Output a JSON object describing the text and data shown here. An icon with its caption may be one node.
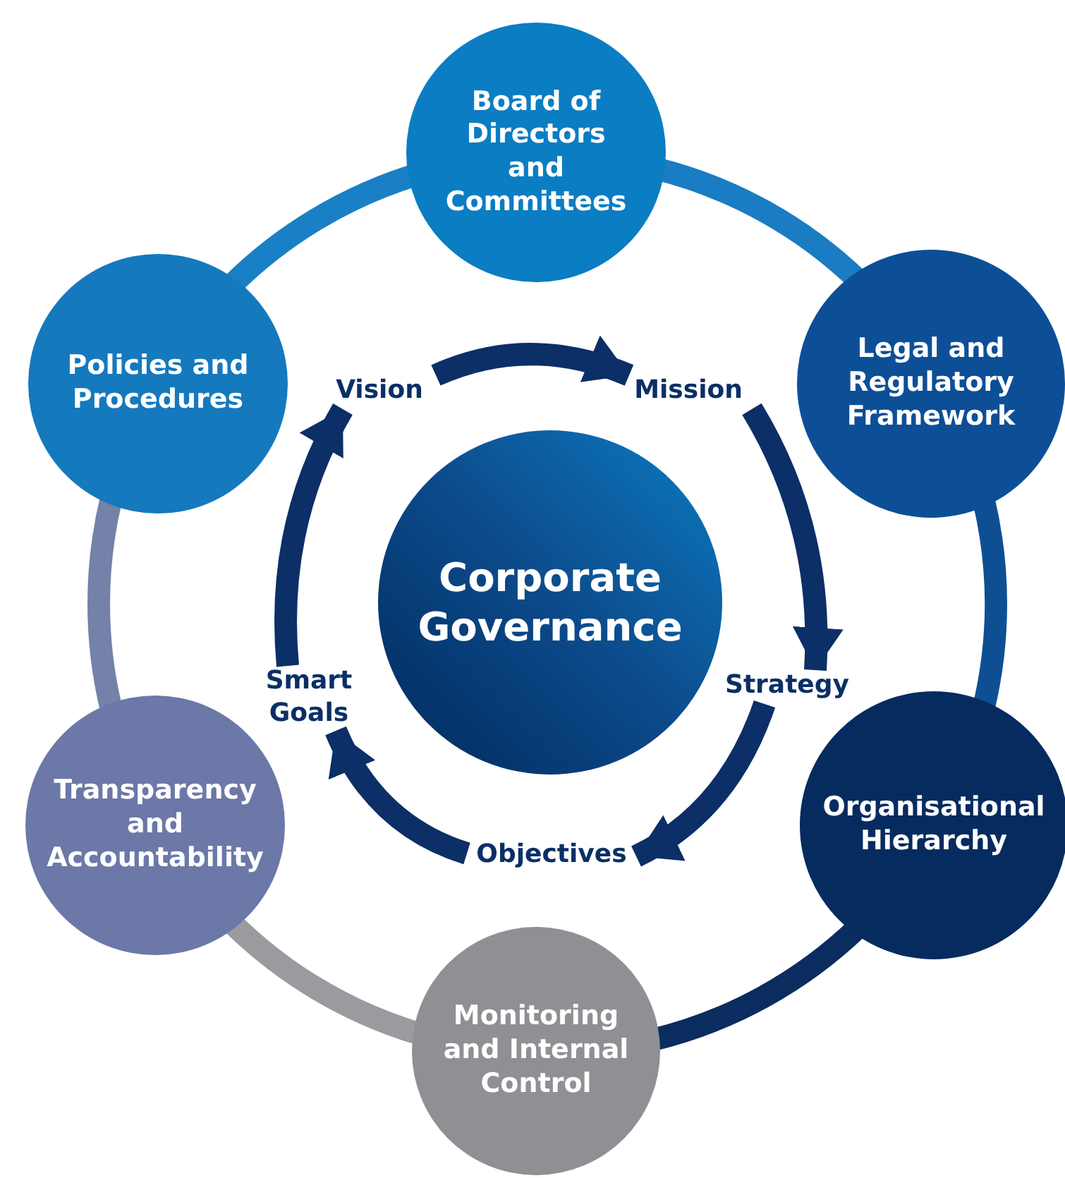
{
  "diagram": {
    "nodes": [
      {
        "text": [
          "Board of Directors and Committees"
        ]
      },
      {
        "text": [
          "Legal and Regulatory Framework"
        ]
      },
      {
        "text": [
          "Organisational Hierarchy"
        ]
      },
      {
        "text": [
          "Monitoring and Internal Control"
        ]
      },
      {
        "text": [
          "Transparency and Accountability"
        ]
      },
      {
        "text": [
          "Policies and Procedures"
        ]
      },
      {
        "text": [
          "Corporate Governance"
        ]
      },
      {
        "text": [
          "Vision"
        ]
      },
      {
        "text": [
          "Mission"
        ]
      },
      {
        "text": [
          "Strategy"
        ]
      },
      {
        "text": [
          "Objectives"
        ]
      },
      {
        "text": [
          "Smart Goals"
        ]
      }
    ],
    "edges": [
      {
        "from": 0,
        "to": 1,
        "arrow": "none",
        "color": "#1a7cc2"
      },
      {
        "from": 1,
        "to": 2,
        "arrow": "none",
        "color": "#0e4f94"
      },
      {
        "from": 2,
        "to": 3,
        "arrow": "none",
        "color": "#0a2c5e"
      },
      {
        "from": 3,
        "to": 4,
        "arrow": "none",
        "color": "#9a9b9f"
      },
      {
        "from": 4,
        "to": 5,
        "arrow": "none",
        "color": "#7481a9"
      },
      {
        "from": 5,
        "to": 0,
        "arrow": "none",
        "color": "#1a80c5"
      },
      {
        "from": 7,
        "to": 8,
        "arrow": "to"
      },
      {
        "from": 8,
        "to": 9,
        "arrow": "to"
      },
      {
        "from": 9,
        "to": 10,
        "arrow": "to"
      },
      {
        "from": 10,
        "to": 11,
        "arrow": "to"
      },
      {
        "from": 11,
        "to": 7,
        "arrow": "to"
      }
    ]
  }
}
